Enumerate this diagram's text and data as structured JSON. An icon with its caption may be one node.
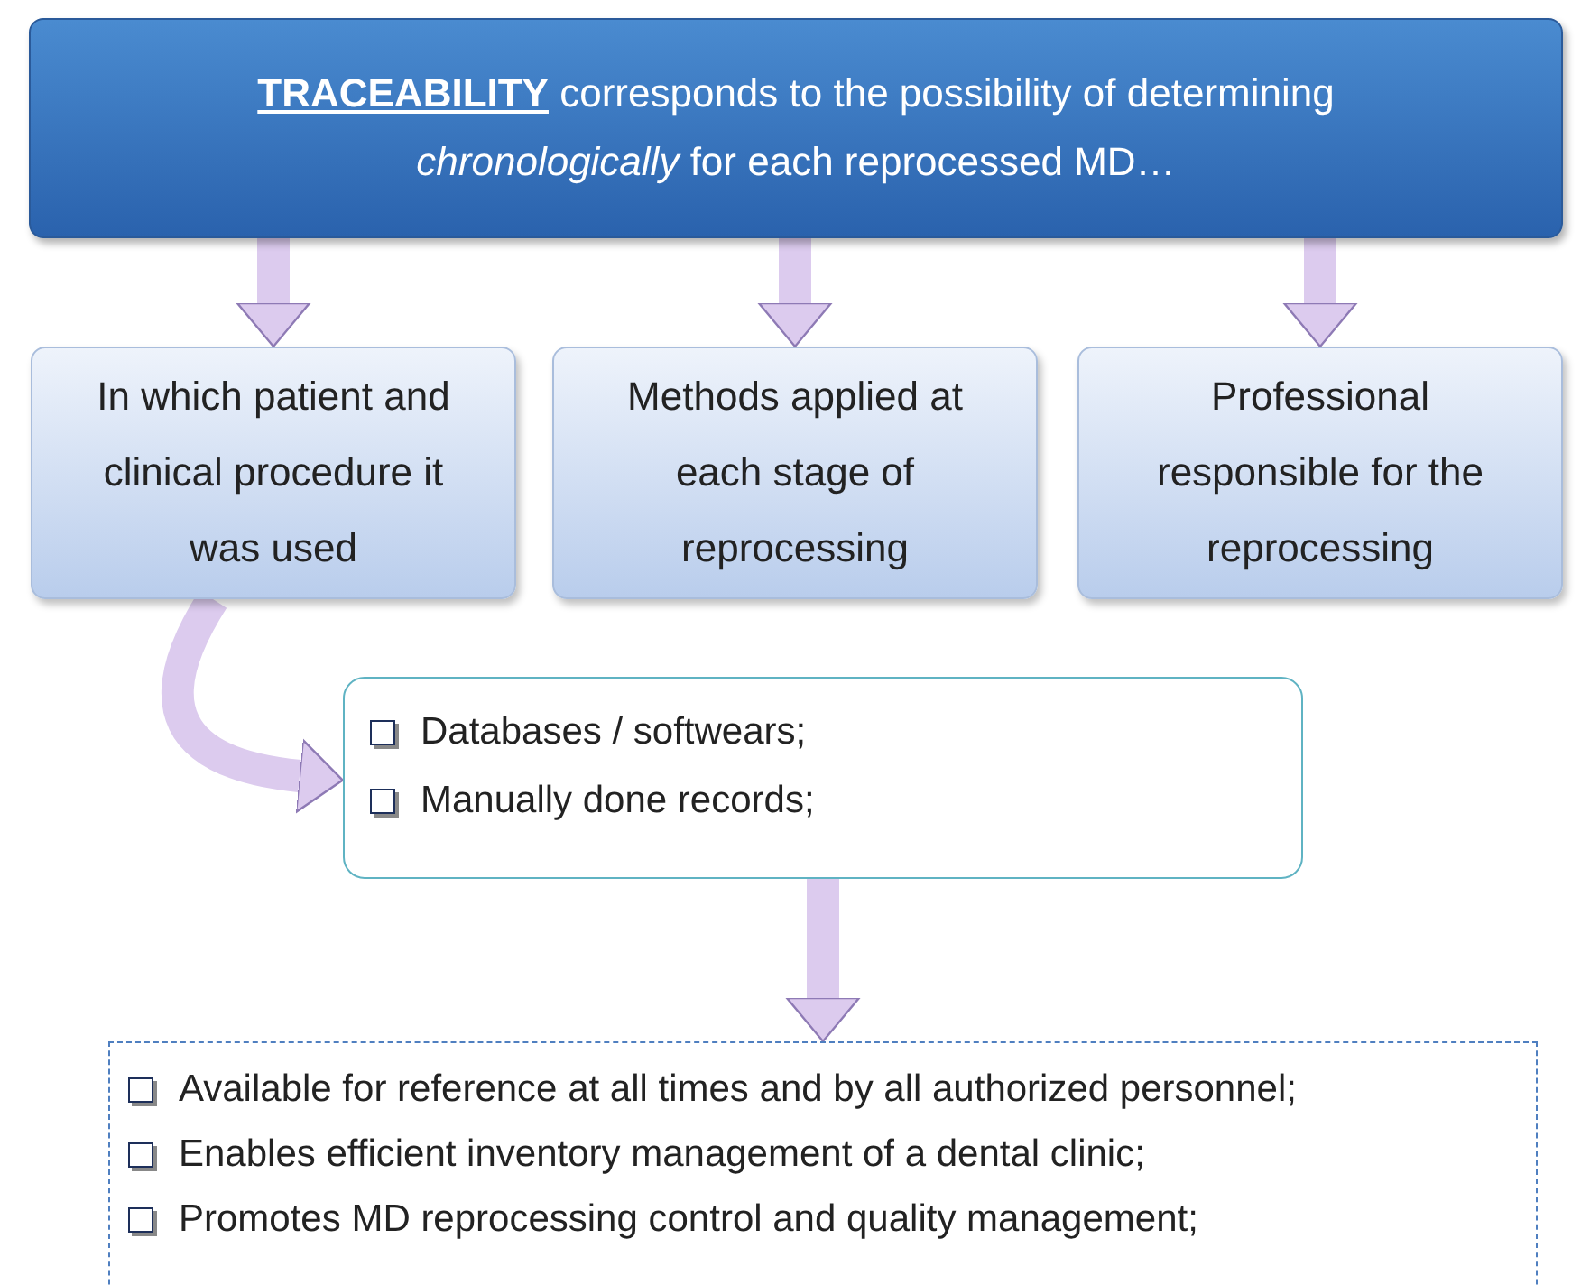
{
  "diagram": {
    "nodes": [
      {
        "text": [
          "**TRACEABILITY** corresponds to the possibility of determining *chronologically* for each reprocessed MD…"
        ]
      },
      {
        "text": [
          "In which patient and clinical procedure it was used"
        ]
      },
      {
        "text": [
          "Methods applied at each stage of reprocessing"
        ]
      },
      {
        "text": [
          "Professional responsible for the reprocessing"
        ]
      },
      {
        "text": [
          "Databases / softwears;",
          "Manually done records;"
        ]
      },
      {
        "text": [
          "Available for reference at all times and by all authorized personnel;",
          "Enables efficient inventory management of a dental clinic;",
          "Promotes MD reprocessing control and quality management;"
        ]
      }
    ],
    "edges": [
      {
        "from": 0,
        "to": 1,
        "arrow": "to"
      },
      {
        "from": 0,
        "to": 2,
        "arrow": "to"
      },
      {
        "from": 0,
        "to": 3,
        "arrow": "to"
      },
      {
        "from": 1,
        "to": 4,
        "arrow": "to"
      },
      {
        "from": 4,
        "to": 5,
        "arrow": "to"
      }
    ]
  }
}
